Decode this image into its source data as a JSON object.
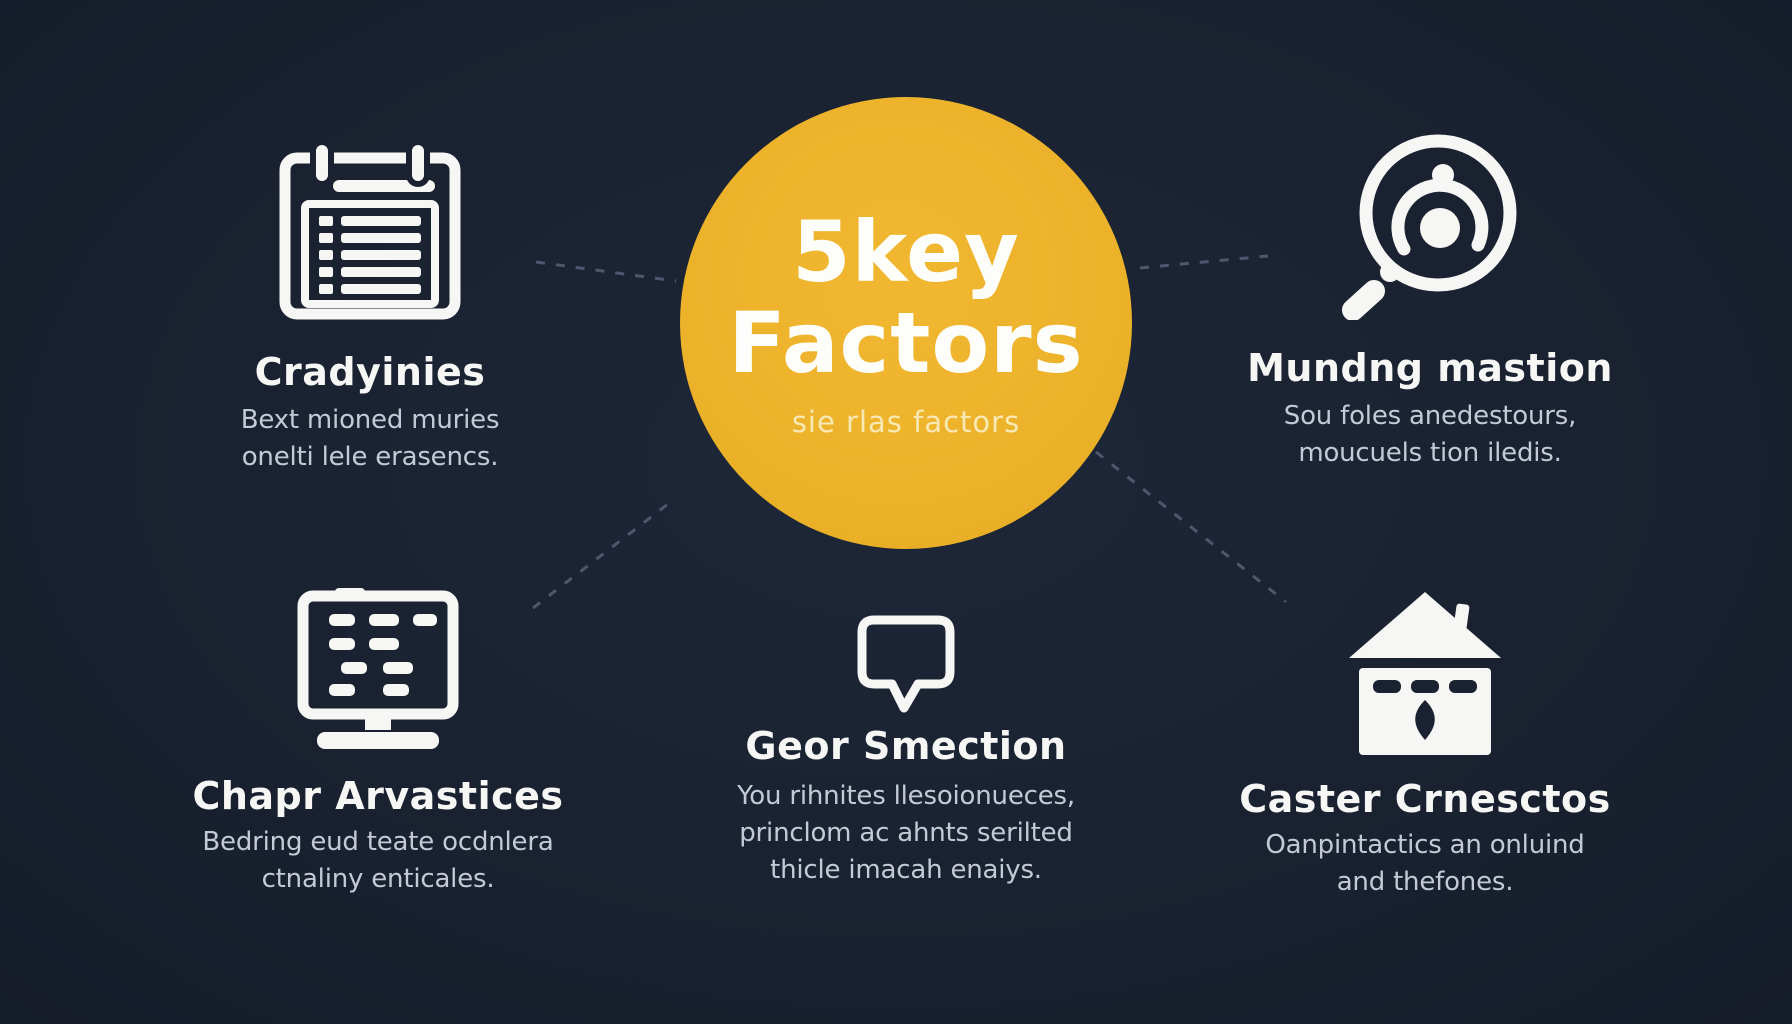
{
  "colors": {
    "background": "#1a2231",
    "accent": "#ecb22a",
    "title_text": "#f6f7f5",
    "body_text": "#c3cad6",
    "dash_line": "#566079"
  },
  "center": {
    "heading_line1": "5key",
    "heading_line2": "Factors",
    "subheading": "sie rlas factors"
  },
  "items": [
    {
      "icon": "checklist-clipboard-icon",
      "title": "Cradyinies",
      "body": [
        "Bext mioned muries",
        "onelti lele erasencs."
      ]
    },
    {
      "icon": "magnifier-icon",
      "title": "Mundng mastion",
      "body": [
        "Sou foles anedestours,",
        "moucuels tion iledis."
      ]
    },
    {
      "icon": "computer-analytics-icon",
      "title": "Chapr Arvastices",
      "body": [
        "Bedring eud teate ocdnlera",
        "ctnaliny enticales."
      ]
    },
    {
      "icon": "speech-bubble-icon",
      "title": "Geor Smection",
      "body": [
        "You rihnites llesoionueces,",
        "princlom ac ahnts serilted",
        "thicle imacah enaiys."
      ]
    },
    {
      "icon": "house-icon",
      "title": "Caster Crnesctos",
      "body": [
        "Oanpintactics an onluind",
        "and thefones."
      ]
    }
  ]
}
